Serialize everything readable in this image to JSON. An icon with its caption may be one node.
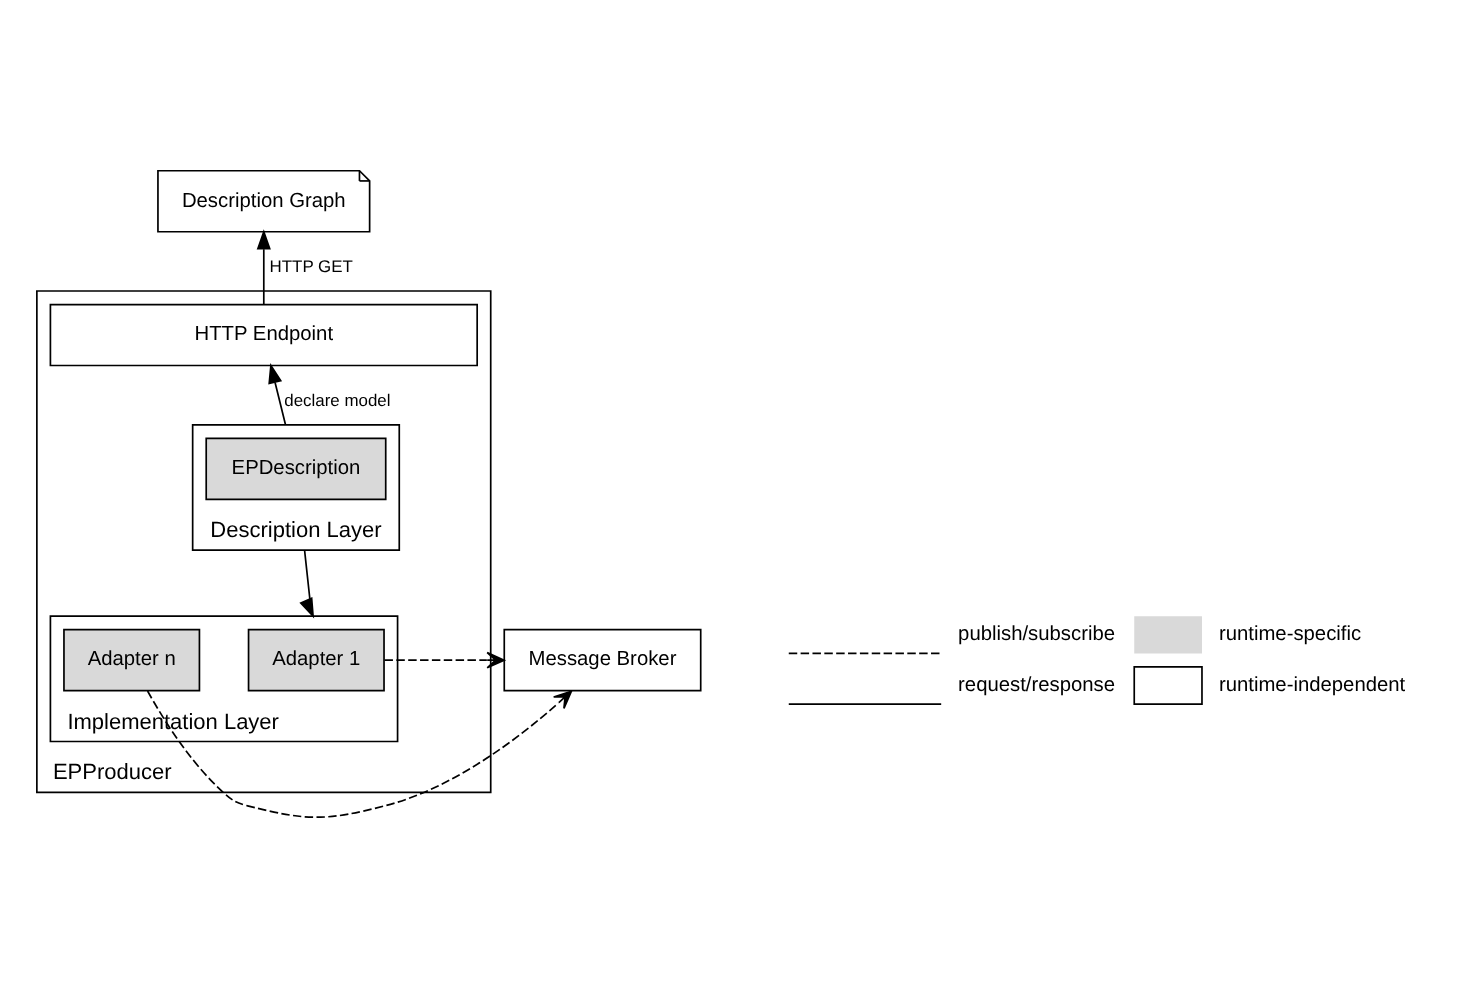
{
  "diagram": {
    "nodes": [
      {
        "text": [
          "Description Graph"
        ]
      },
      {
        "text": [
          "EPProducer"
        ]
      },
      {
        "text": [
          "HTTP Endpoint"
        ],
        "in": 1
      },
      {
        "text": [
          "Description Layer"
        ],
        "in": 1
      },
      {
        "text": [
          "EPDescription"
        ],
        "in": 3
      },
      {
        "text": [
          "Implementation Layer"
        ],
        "in": 1
      },
      {
        "text": [
          "Adapter 1"
        ],
        "in": 5
      },
      {
        "text": [
          "Adapter n"
        ],
        "in": 5
      },
      {
        "text": [
          "Message Broker"
        ]
      }
    ],
    "edges": [
      {
        "from": 2,
        "to": 0,
        "arrow": "to",
        "label": "HTTP GET"
      },
      {
        "from": 3,
        "to": 2,
        "arrow": "to",
        "label": "declare model"
      },
      {
        "from": 3,
        "to": 5,
        "arrow": "to"
      },
      {
        "from": 6,
        "to": 8,
        "arrow": "to",
        "style": "dashed"
      },
      {
        "from": 7,
        "to": 8,
        "arrow": "to",
        "style": "dashed"
      }
    ],
    "legend": [
      {
        "text": "publish/subscribe"
      },
      {
        "text": "runtime-specific",
        "color": "#d9d9d9"
      },
      {
        "text": "request/response"
      },
      {
        "text": "runtime-independent"
      }
    ]
  }
}
